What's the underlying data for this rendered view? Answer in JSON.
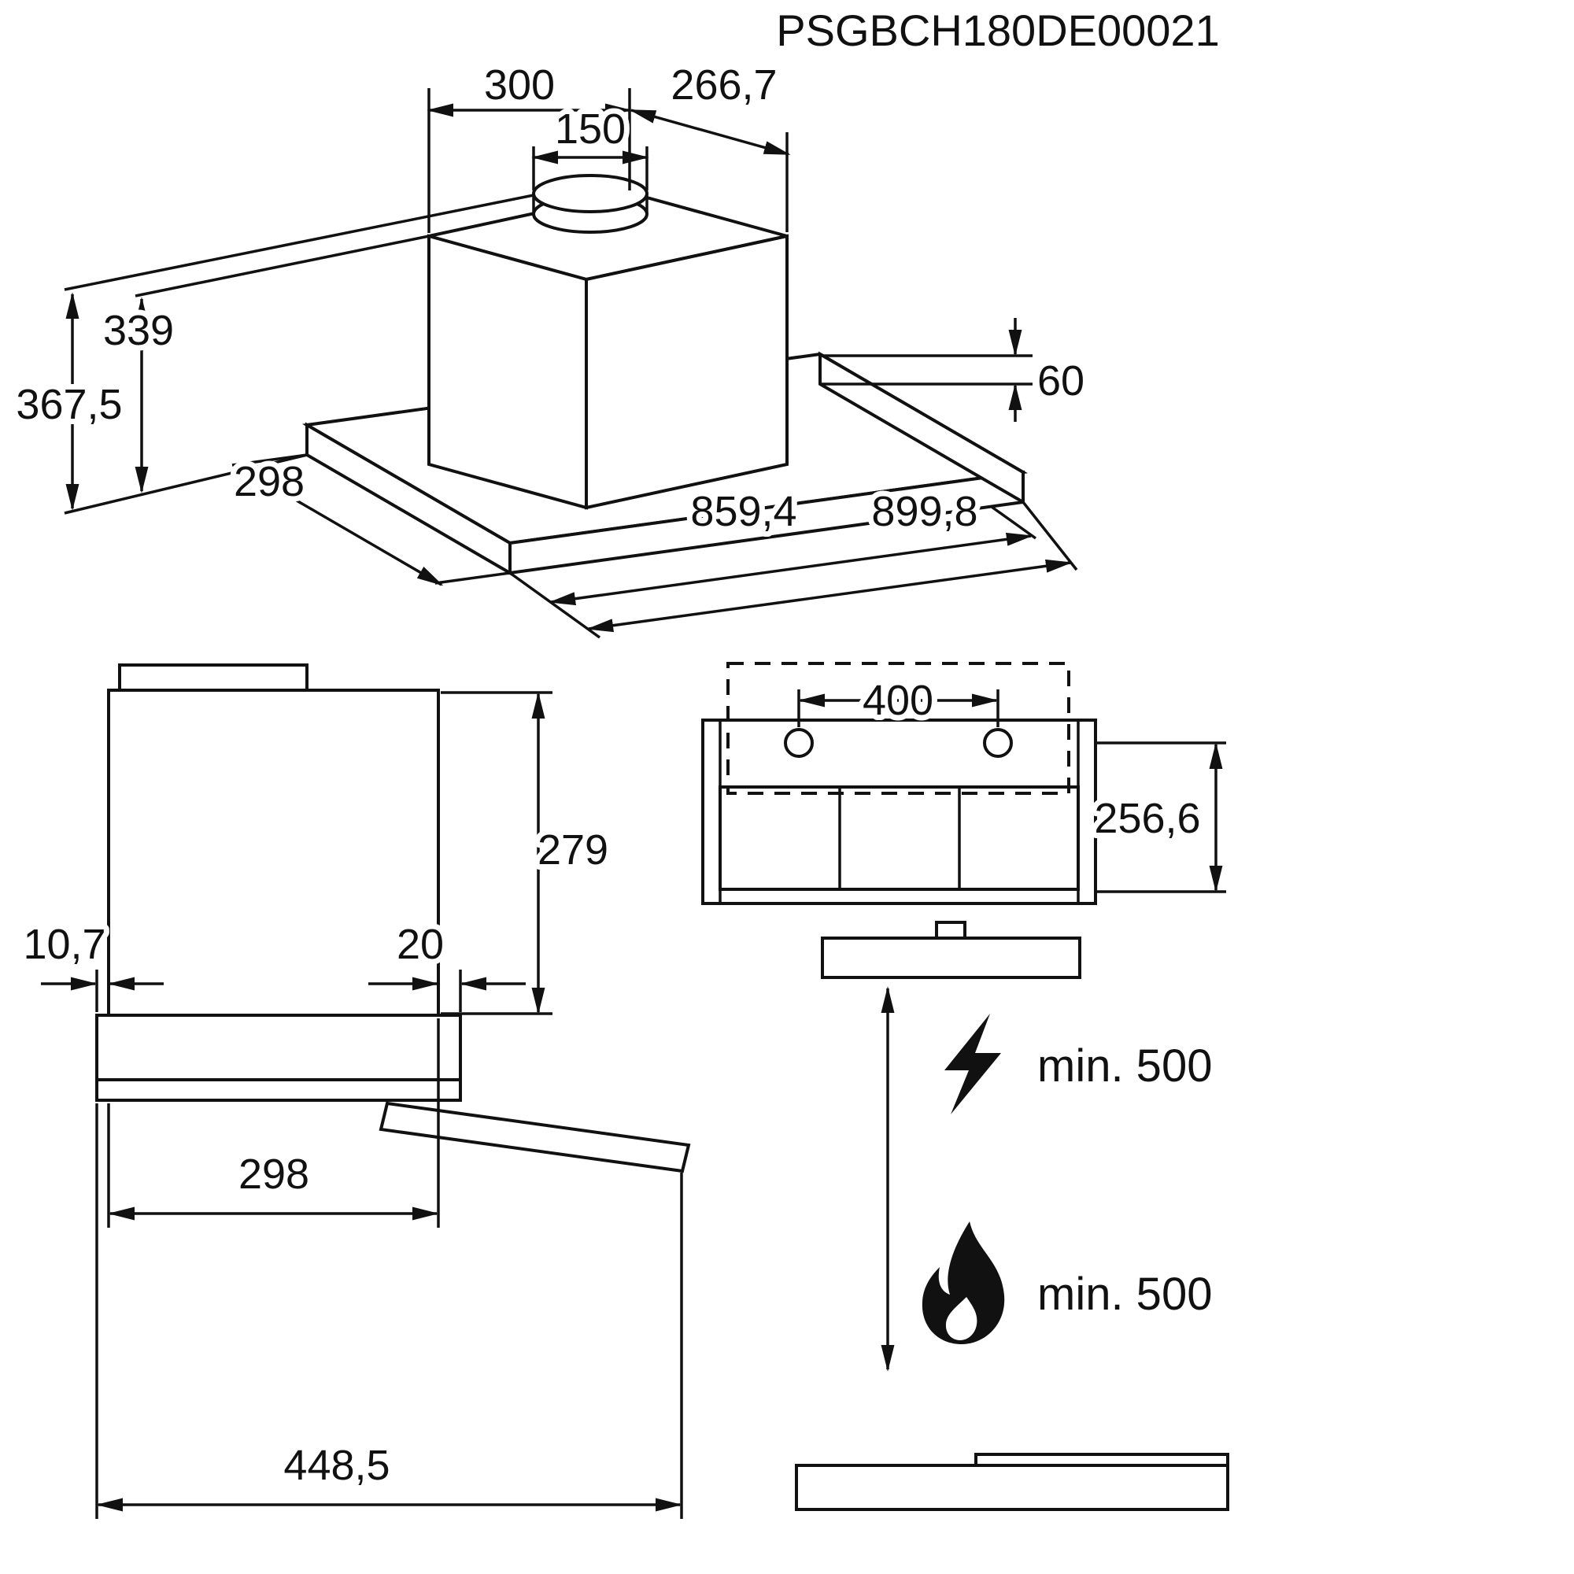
{
  "title": "PSGBCH180DE00021",
  "iso_view": {
    "dims": {
      "top_width": "300",
      "top_depth": "266,7",
      "duct_diameter": "150",
      "height_body": "339",
      "height_total": "367,5",
      "base_depth": "298",
      "base_thickness": "60",
      "body_width": "859,4",
      "total_width": "899,8"
    }
  },
  "side_view": {
    "dims": {
      "body_height": "279",
      "left_offset": "10,7",
      "right_offset": "20",
      "body_depth": "298",
      "total_depth": "448,5"
    }
  },
  "front_view": {
    "dims": {
      "hole_spacing": "400",
      "mount_height": "256,6"
    }
  },
  "clearance_view": {
    "electric_clearance": "min. 500",
    "gas_clearance": "min. 500"
  }
}
